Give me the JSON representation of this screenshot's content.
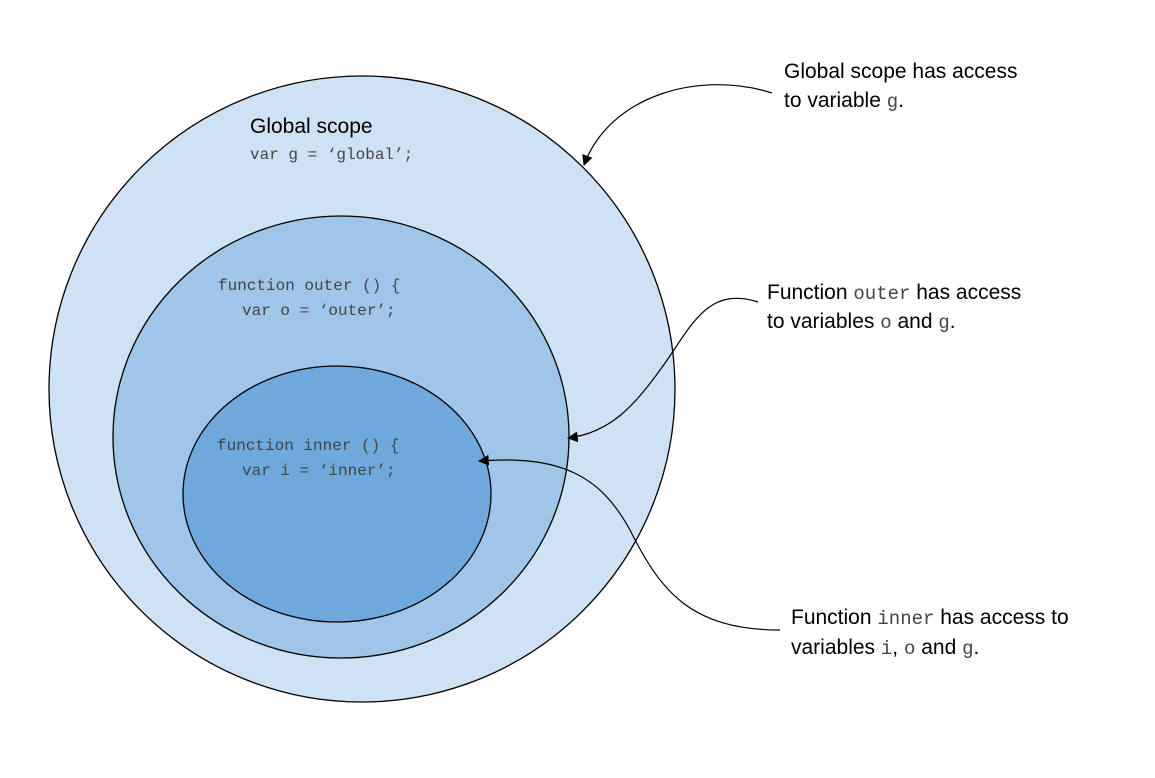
{
  "colors": {
    "global_fill": "#cfe2f3",
    "outer_fill": "#9fc5e8",
    "inner_fill": "#6fa8dc",
    "stroke": "#000000",
    "code_text": "#444444",
    "label_text": "#000000"
  },
  "global_scope": {
    "title": "Global scope",
    "code": "var g = ‘global’;"
  },
  "outer_function": {
    "line1": "function outer () {",
    "line2": "var o = ‘outer’;"
  },
  "inner_function": {
    "line1": "function inner () {",
    "line2": "var i = ‘inner’;"
  },
  "annotations": {
    "global": {
      "line1": "Global scope has access",
      "line2_text": "to variable ",
      "line2_code": "g",
      "line2_end": "."
    },
    "outer": {
      "line1_text": "Function ",
      "line1_code": "outer",
      "line1_end": " has access",
      "line2_text": "to variables ",
      "line2_code1": "o",
      "line2_mid": " and ",
      "line2_code2": "g",
      "line2_end": "."
    },
    "inner": {
      "line1_text": "Function ",
      "line1_code": "inner",
      "line1_end": " has access to",
      "line2_text": "variables ",
      "line2_code1": "i",
      "line2_sep": ", ",
      "line2_code2": "o",
      "line2_mid": " and ",
      "line2_code3": "g",
      "line2_end": "."
    }
  }
}
